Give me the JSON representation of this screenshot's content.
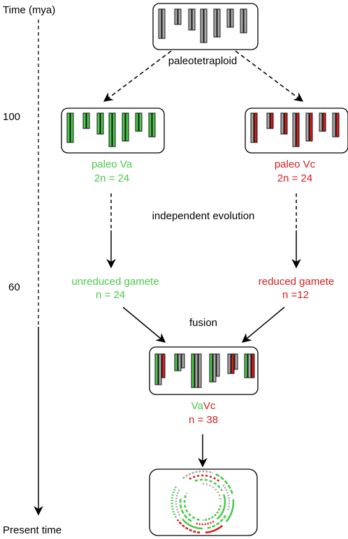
{
  "timeline": {
    "axis_title": "Time (mya)",
    "tick_100": "100",
    "tick_60": "60",
    "end_label": "Present time"
  },
  "nodes": {
    "ancestor": {
      "label": "paleotetraploid"
    },
    "paleo_va": {
      "name": "paleo Va",
      "count": "2n = 24"
    },
    "paleo_vc": {
      "name": "paleo Vc",
      "count": "2n = 24"
    },
    "unreduced": {
      "name": "unreduced gamete",
      "count": "n = 24"
    },
    "reduced": {
      "name": "reduced gamete",
      "count": "n =12"
    },
    "hybrid": {
      "name_va": "Va",
      "name_vc": "Vc",
      "count": "n = 38"
    }
  },
  "process_labels": {
    "independent": "independent evolution",
    "fusion": "fusion"
  },
  "colors": {
    "green": "#4cc94c",
    "red": "#d42020",
    "grey": "#aaaaaa",
    "line": "#000000"
  }
}
